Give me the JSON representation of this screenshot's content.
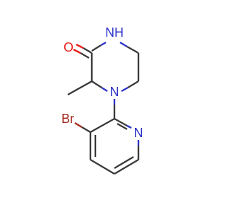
{
  "molecule": {
    "atoms": {
      "oxygen": {
        "text": "O",
        "color": "#e8201a"
      },
      "amide_nh": {
        "text": "NH",
        "color": "#2e34c8"
      },
      "ring_n": {
        "text": "N",
        "color": "#2e34c8"
      },
      "pyridine_n": {
        "text": "N",
        "color": "#2e34c8"
      },
      "bromine": {
        "text": "Br",
        "color": "#a5281f"
      }
    },
    "bond_color": "#3a3a3a"
  }
}
